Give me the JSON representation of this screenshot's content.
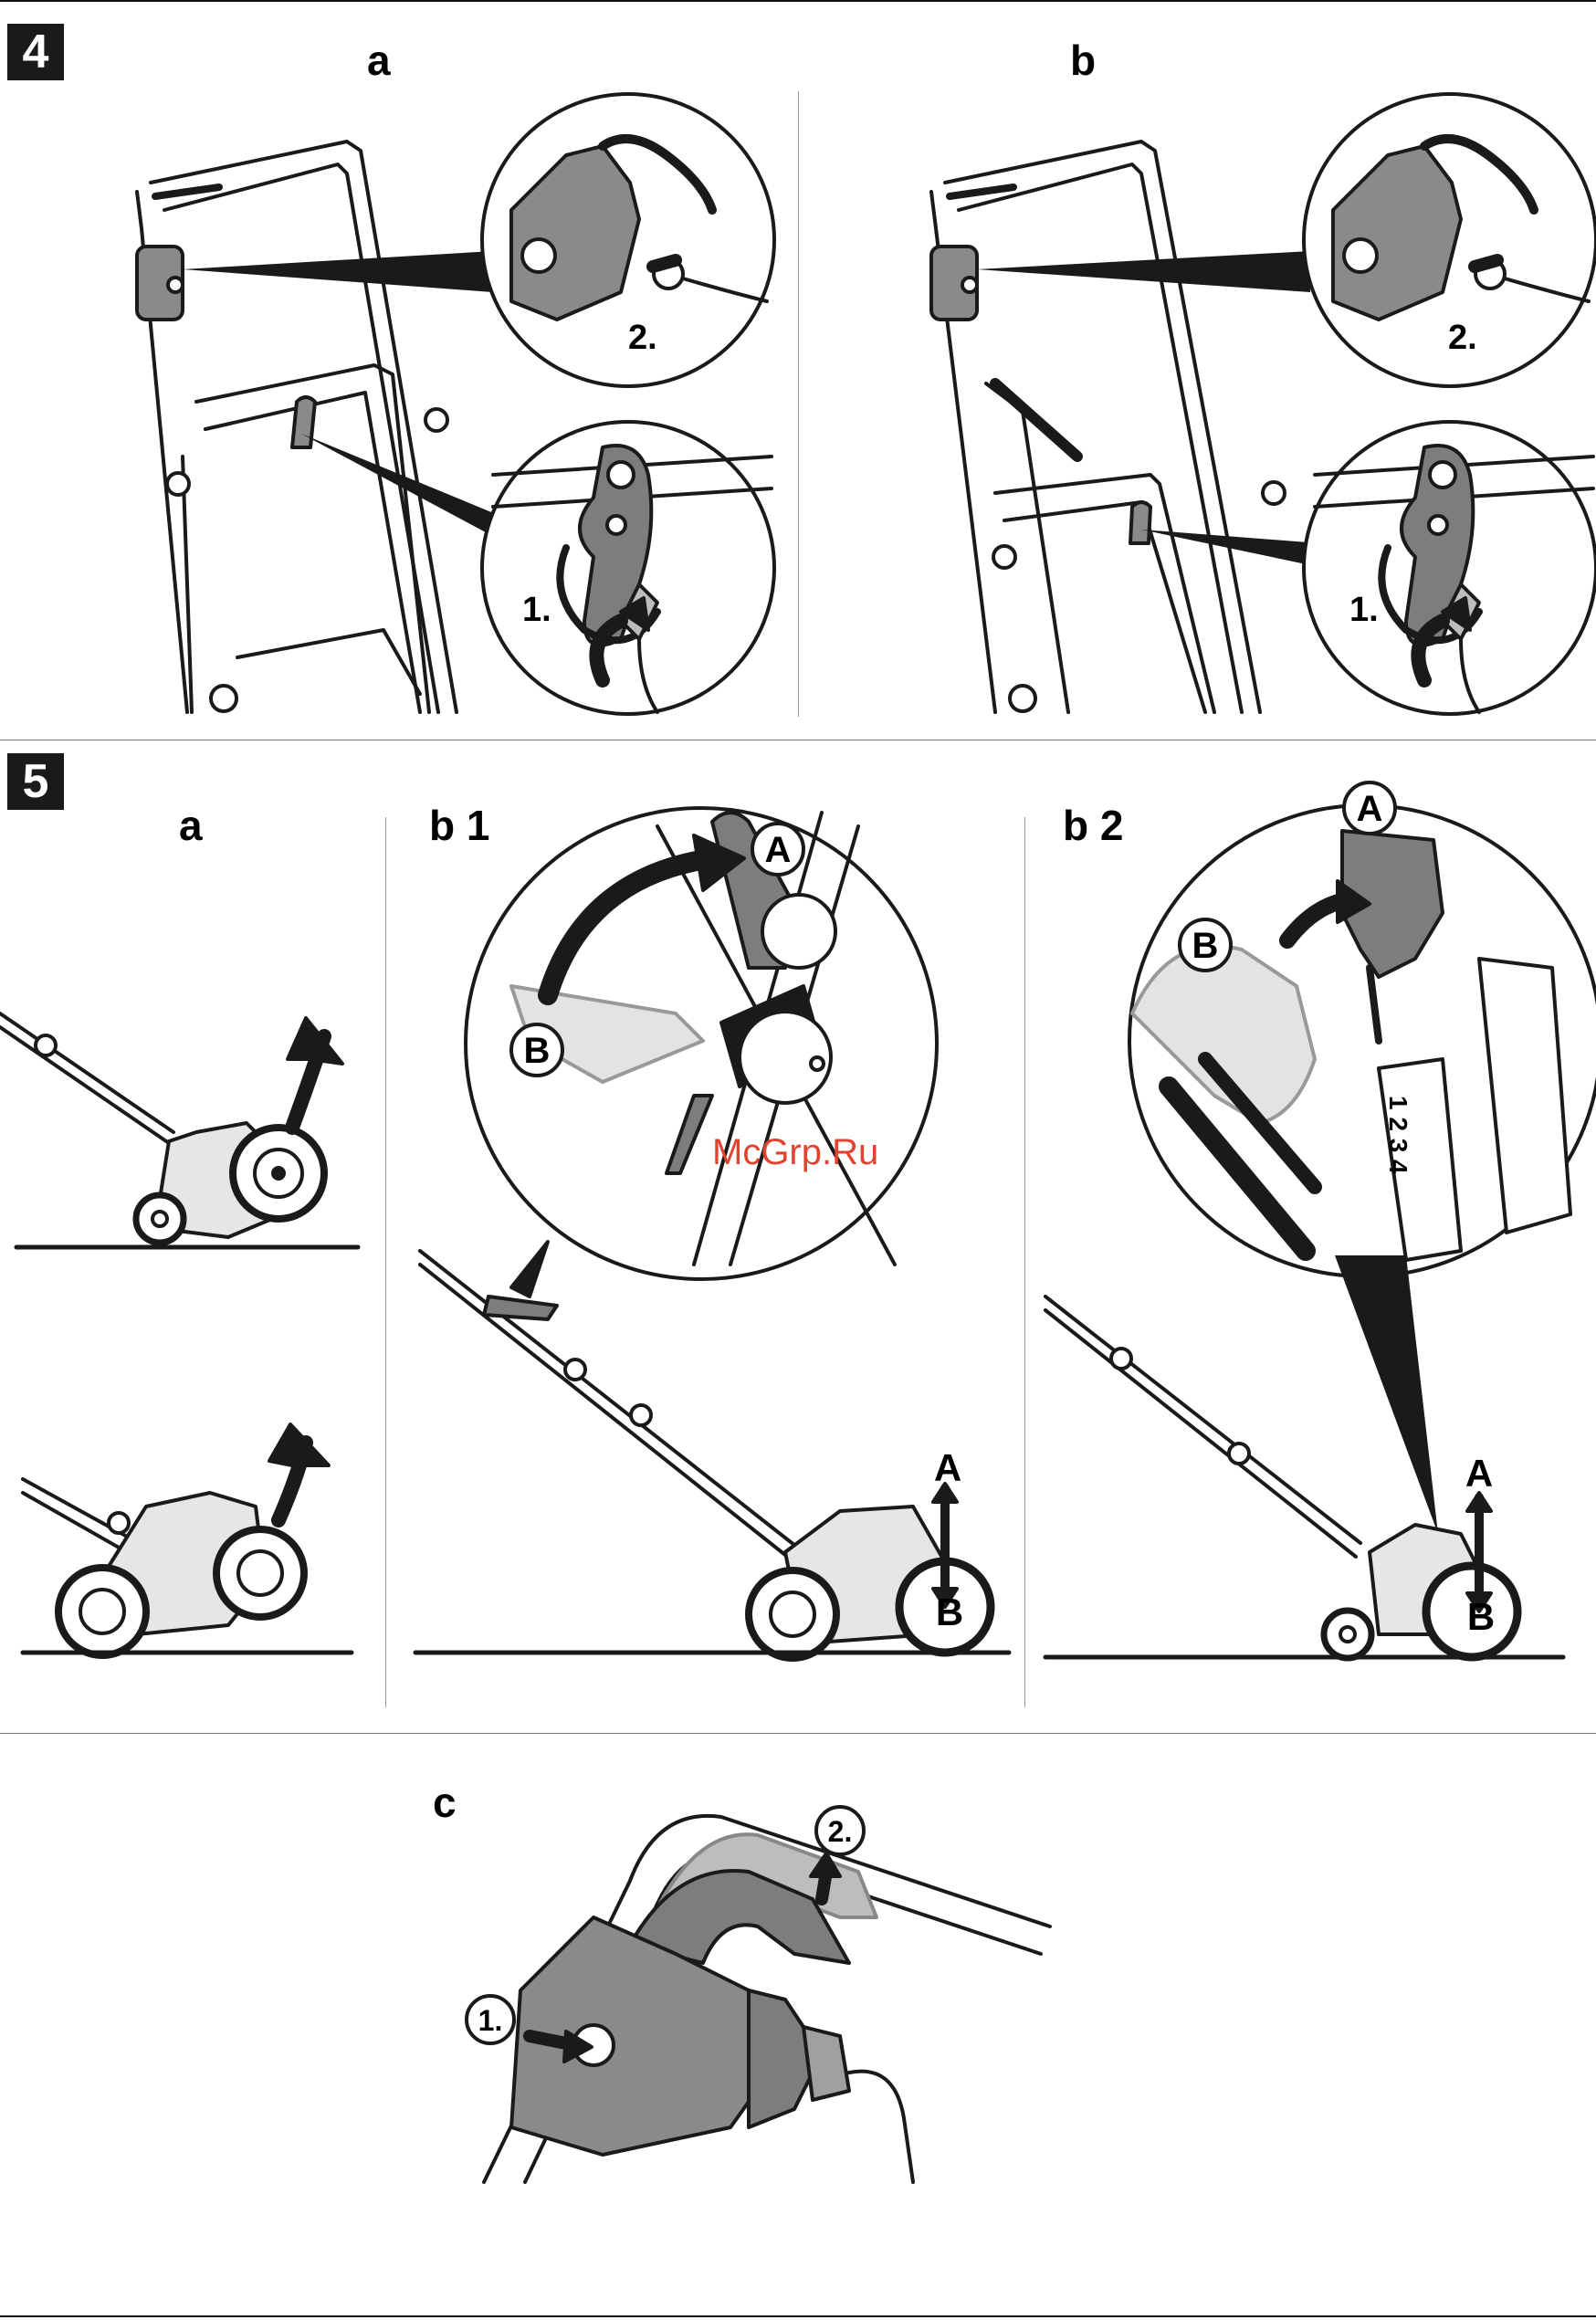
{
  "figure4": {
    "step": "4",
    "panels": [
      {
        "label": "a",
        "callouts": {
          "plug_step": "2.",
          "hook_step": "1."
        }
      },
      {
        "label": "b",
        "callouts": {
          "plug_step": "2.",
          "hook_step": "1."
        }
      }
    ]
  },
  "figure5": {
    "step": "5",
    "panels": [
      {
        "label": "a"
      },
      {
        "label": "b 1",
        "callouts": {
          "lever_up": "A",
          "lever_down": "B",
          "arrow_up": "A",
          "arrow_down": "B"
        }
      },
      {
        "label": "b 2",
        "callouts": {
          "lever_up": "A",
          "lever_down": "B",
          "arrow_up": "A",
          "arrow_down": "B",
          "scale": "1 2 3 4"
        }
      },
      {
        "label": "c",
        "callouts": {
          "press": "1.",
          "lift": "2."
        }
      }
    ]
  },
  "watermark": "McGrp.Ru",
  "colors": {
    "ink": "#1a1a1a",
    "gray": "#7d7d7d",
    "light_gray": "#bdbdbd",
    "watermark": "#e0432f"
  }
}
